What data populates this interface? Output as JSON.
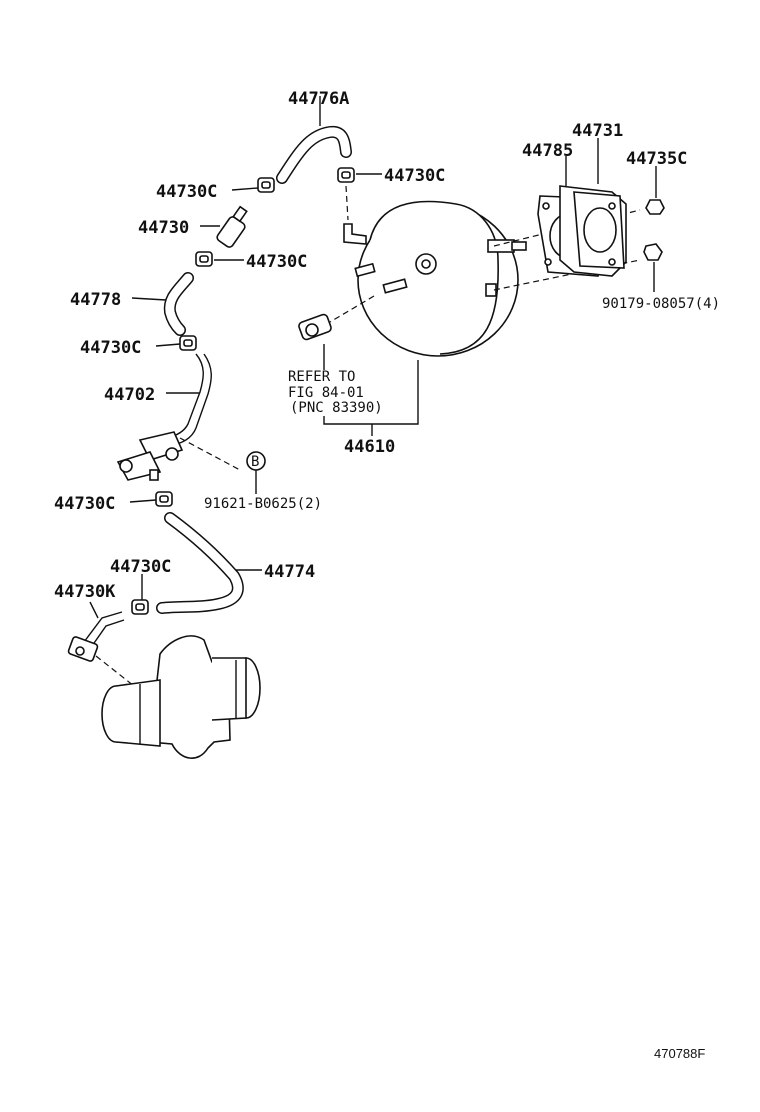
{
  "labels": {
    "hose_upper": "44776A",
    "clamp_upper_left": "44730C",
    "valve": "44730",
    "clamp_mid": "44730C",
    "hose_mid": "44778",
    "clamp_lower": "44730C",
    "pipe": "44702",
    "clamp_bottom": "44730C",
    "clamp_bottom2": "44730C",
    "union_k": "44730K",
    "hose_lower": "44774",
    "clamp_booster": "44730C",
    "gasket_785": "44785",
    "spacer_731": "44731",
    "nut_735c": "44735C",
    "nut_90179": "90179-08057(4)",
    "booster": "44610",
    "bolt_91621": "91621-B0625(2)",
    "ref_marker": "B"
  },
  "refer_note": {
    "line1": "REFER TO",
    "line2": "FIG 84-01",
    "line3": "(PNC 83390)"
  },
  "diagram_code": "470788F"
}
